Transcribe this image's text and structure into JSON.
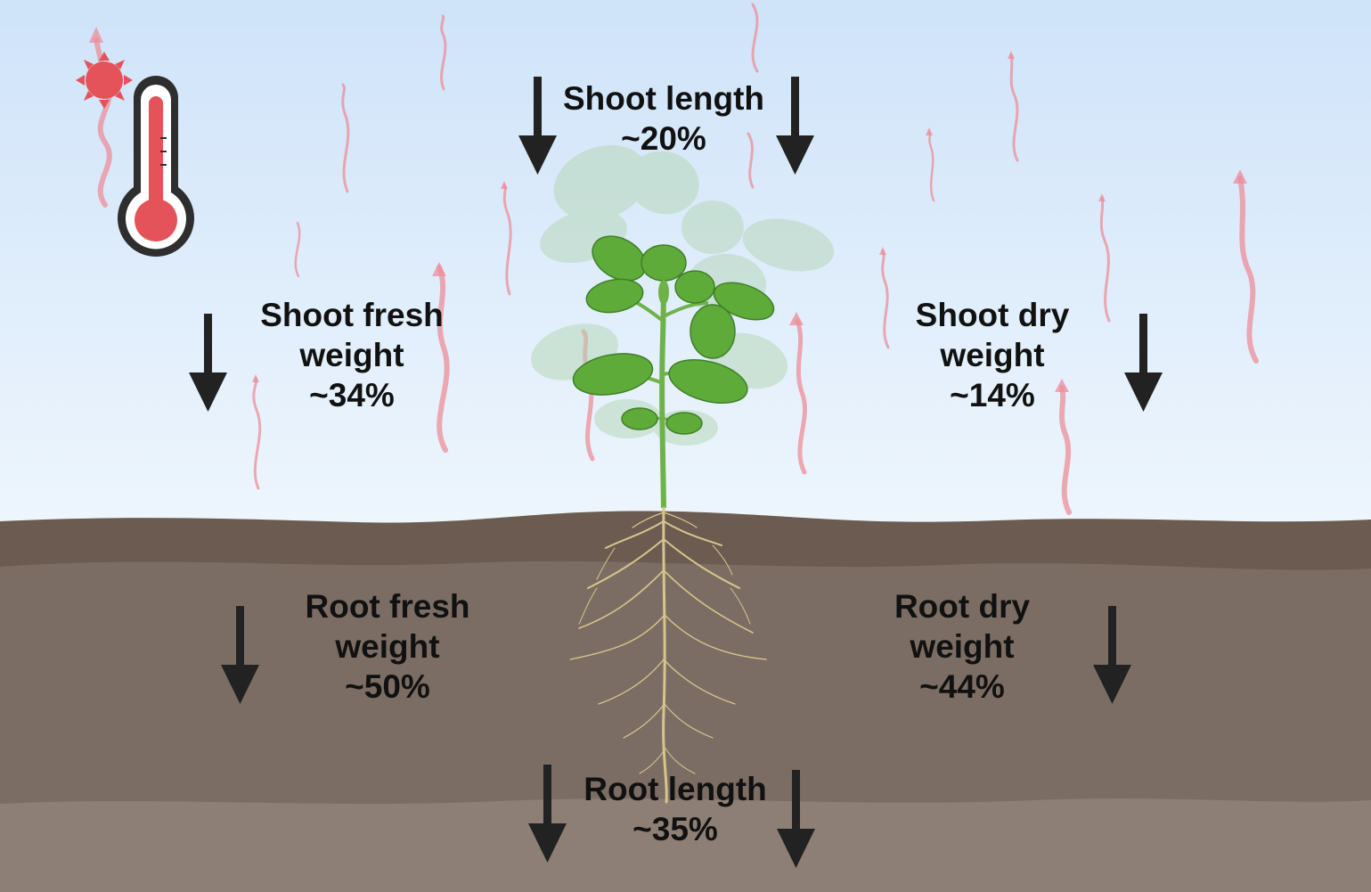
{
  "icons": {
    "thermometer": "thermometer-icon",
    "sun": "sun-icon",
    "arrow": "down-arrow-icon"
  },
  "colors": {
    "sky_top": "#cfe3f9",
    "sky_bottom": "#eef6fd",
    "soil_top": "#6b5b50",
    "soil_mid": "#7c6d64",
    "soil_bottom": "#8e7f76",
    "heat": "#ec8e9a",
    "thermo_red": "#e5535a",
    "leaf": "#5fab3a",
    "root": "#d6c58e",
    "arrow": "#222222"
  },
  "labels": {
    "shoot_length": {
      "name": "Shoot length",
      "value": "~20%"
    },
    "shoot_fresh": {
      "name1": "Shoot fresh",
      "name2": "weight",
      "value": "~34%"
    },
    "shoot_dry": {
      "name1": "Shoot dry",
      "name2": "weight",
      "value": "~14%"
    },
    "root_fresh": {
      "name1": "Root fresh",
      "name2": "weight",
      "value": "~50%"
    },
    "root_dry": {
      "name1": "Root dry",
      "name2": "weight",
      "value": "~44%"
    },
    "root_length": {
      "name": "Root length",
      "value": "~35%"
    }
  }
}
